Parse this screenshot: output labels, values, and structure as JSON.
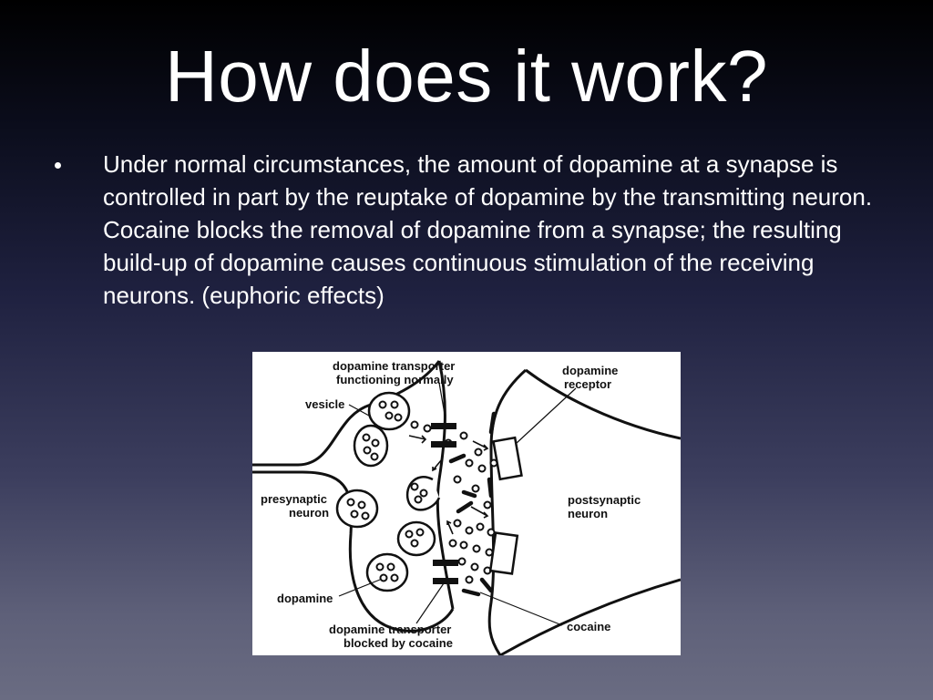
{
  "slide": {
    "title": "How does it work?",
    "bullets": [
      "Under normal circumstances, the amount of dopamine at a synapse is controlled in part by the reuptake of dopamine by the transmitting neuron. Cocaine blocks the removal of dopamine from a synapse; the resulting build-up of dopamine causes continuous stimulation of the receiving neurons. (euphoric effects)"
    ]
  },
  "figure": {
    "labels": {
      "transporter_normal_1": "dopamine transporter",
      "transporter_normal_2": "functioning normally",
      "receptor_1": "dopamine",
      "receptor_2": "receptor",
      "vesicle": "vesicle",
      "presynaptic_1": "presynaptic",
      "presynaptic_2": "neuron",
      "postsynaptic_1": "postsynaptic",
      "postsynaptic_2": "neuron",
      "dopamine": "dopamine",
      "cocaine": "cocaine",
      "transporter_blocked_1": "dopamine transporter",
      "transporter_blocked_2": "blocked by cocaine"
    }
  },
  "colors": {
    "background_top": "#000000",
    "background_bottom": "#6a6c82",
    "text": "#ffffff"
  }
}
